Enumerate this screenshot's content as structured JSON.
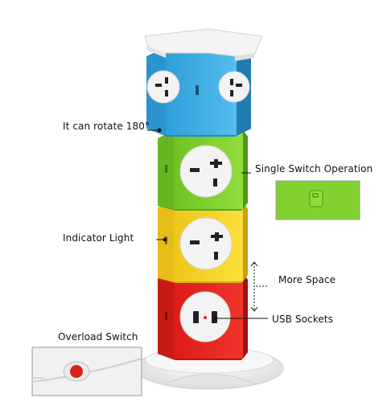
{
  "callouts": {
    "rotate": "It can rotate 180°",
    "single_switch": "Single Switch Operation",
    "indicator": "Indicator Light",
    "more_space": "More Space",
    "usb": "USB Sockets",
    "overload": "Overload Switch"
  },
  "colors": {
    "blue_module": "#3aaee6",
    "green_module": "#7fcf2e",
    "yellow_module": "#f6d224",
    "red_module": "#e8221c",
    "base": "#f1f1f1",
    "background": "#ffffff"
  }
}
